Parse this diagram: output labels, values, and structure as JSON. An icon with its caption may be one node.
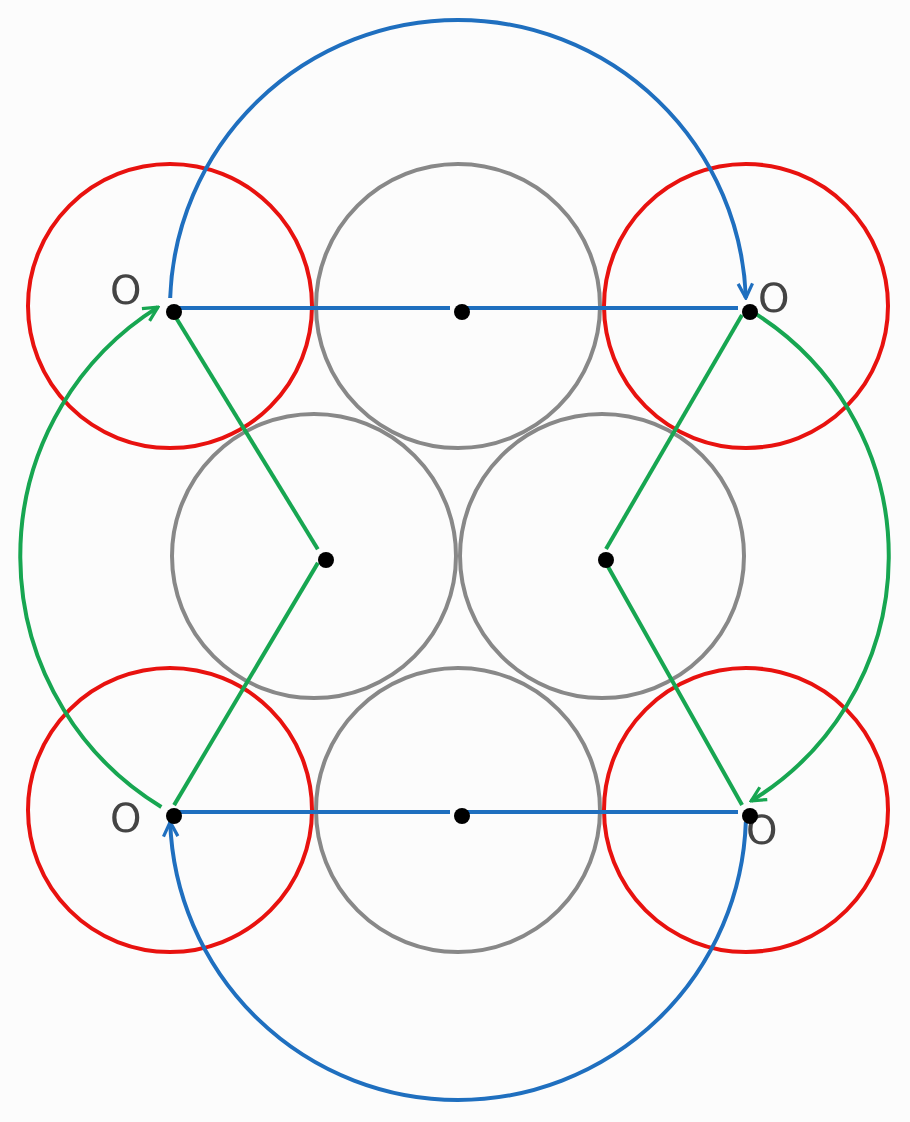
{
  "diagram": {
    "nodes": [
      {
        "text": [
          "O"
        ]
      },
      {
        "text": [],
        "shape": "circle"
      },
      {
        "text": [
          "O"
        ]
      },
      {
        "text": [],
        "shape": "circle"
      },
      {
        "text": [],
        "shape": "circle"
      },
      {
        "text": [
          "O"
        ]
      },
      {
        "text": [],
        "shape": "circle"
      },
      {
        "text": [
          "O"
        ]
      },
      {
        "text": [],
        "shape": "dot",
        "in": 0
      },
      {
        "text": [],
        "shape": "dot",
        "in": 1
      },
      {
        "text": [],
        "shape": "dot",
        "in": 2
      },
      {
        "text": [],
        "shape": "dot",
        "in": 3
      },
      {
        "text": [],
        "shape": "dot",
        "in": 4
      },
      {
        "text": [],
        "shape": "dot",
        "in": 5
      },
      {
        "text": [],
        "shape": "dot",
        "in": 6
      },
      {
        "text": [],
        "shape": "dot",
        "in": 7
      }
    ],
    "edges": [
      {
        "from": 8,
        "to": 9,
        "arrow": "none",
        "color": "#1f6fbf"
      },
      {
        "from": 9,
        "to": 10,
        "arrow": "none",
        "color": "#1f6fbf"
      },
      {
        "from": 13,
        "to": 14,
        "arrow": "none",
        "color": "#1f6fbf"
      },
      {
        "from": 14,
        "to": 15,
        "arrow": "none",
        "color": "#1f6fbf"
      },
      {
        "from": 8,
        "to": 11,
        "arrow": "none",
        "color": "#17a651"
      },
      {
        "from": 11,
        "to": 13,
        "arrow": "none",
        "color": "#17a651"
      },
      {
        "from": 10,
        "to": 12,
        "arrow": "none",
        "color": "#17a651"
      },
      {
        "from": 12,
        "to": 15,
        "arrow": "none",
        "color": "#17a651"
      },
      {
        "from": 8,
        "to": 10,
        "arrow": "to",
        "color": "#1f6fbf"
      },
      {
        "from": 10,
        "to": 15,
        "arrow": "to",
        "color": "#17a651"
      },
      {
        "from": 15,
        "to": 13,
        "arrow": "to",
        "color": "#1f6fbf"
      },
      {
        "from": 13,
        "to": 8,
        "arrow": "to",
        "color": "#17a651"
      }
    ]
  }
}
